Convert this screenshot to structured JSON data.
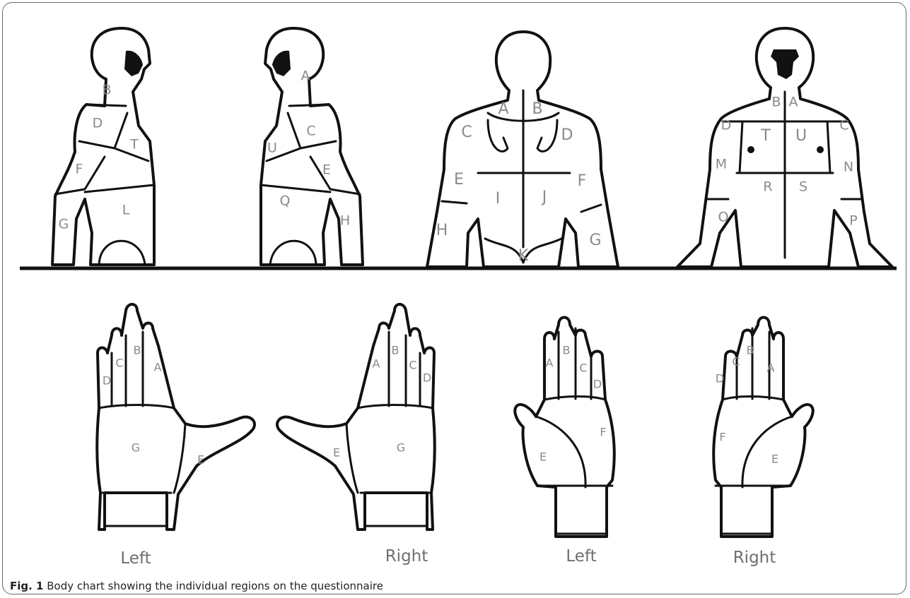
{
  "figure": {
    "caption_label": "Fig. 1",
    "caption_text": "Body chart showing the individual regions on the questionnaire"
  },
  "body_views": [
    {
      "view": "left-side",
      "labels": [
        "B",
        "D",
        "T",
        "F",
        "G",
        "L"
      ]
    },
    {
      "view": "right-side",
      "labels": [
        "A",
        "C",
        "U",
        "E",
        "Q",
        "H"
      ]
    },
    {
      "view": "back",
      "labels": [
        "A",
        "B",
        "C",
        "D",
        "E",
        "F",
        "I",
        "J",
        "H",
        "G",
        "K"
      ]
    },
    {
      "view": "front",
      "labels": [
        "B",
        "A",
        "D",
        "C",
        "T",
        "U",
        "M",
        "N",
        "R",
        "S",
        "O",
        "P"
      ]
    }
  ],
  "hand_views": [
    {
      "side": "Left",
      "surface": "back",
      "labels": [
        "D",
        "C",
        "B",
        "A",
        "G",
        "E"
      ]
    },
    {
      "side": "Right",
      "surface": "back",
      "labels": [
        "A",
        "B",
        "C",
        "D",
        "G",
        "E"
      ]
    },
    {
      "side": "Left",
      "surface": "palm",
      "labels": [
        "A",
        "B",
        "C",
        "D",
        "F",
        "E"
      ]
    },
    {
      "side": "Right",
      "surface": "palm",
      "labels": [
        "D",
        "C",
        "B",
        "A",
        "F",
        "E"
      ]
    }
  ],
  "captions": {
    "hand1": "Left",
    "hand2": "Right",
    "hand3": "Left",
    "hand4": "Right"
  }
}
